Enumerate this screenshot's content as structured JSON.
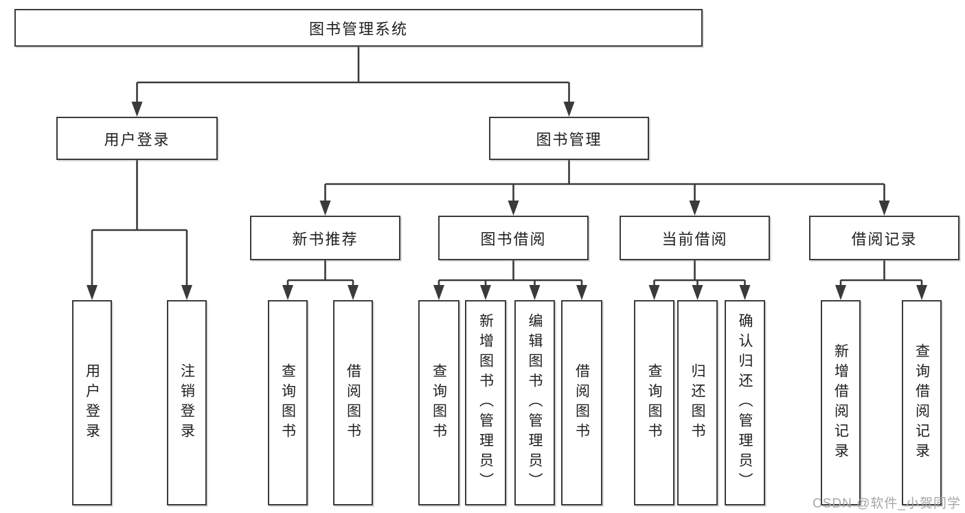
{
  "diagram": {
    "type": "tree",
    "title": "图书管理系统",
    "watermark": "CSDN @软件_小贺同学",
    "colors": {
      "line": "#3a3a3a",
      "text": "#1f1f1f",
      "watermark": "#a6a6a6",
      "background": "#ffffff"
    },
    "nodes": {
      "root": {
        "label": "图书管理系统",
        "children": [
          "user_login",
          "book_mgmt"
        ]
      },
      "user_login": {
        "label": "用户登录",
        "children": [
          "user_login_action",
          "logout"
        ]
      },
      "book_mgmt": {
        "label": "图书管理",
        "children": [
          "new_book_rec",
          "book_borrow",
          "current_borrow",
          "borrow_records"
        ]
      },
      "new_book_rec": {
        "label": "新书推荐",
        "children": [
          "nbr_query",
          "nbr_borrow"
        ]
      },
      "book_borrow": {
        "label": "图书借阅",
        "children": [
          "bb_query",
          "bb_add",
          "bb_edit",
          "bb_borrow"
        ]
      },
      "current_borrow": {
        "label": "当前借阅",
        "children": [
          "cb_query",
          "cb_return",
          "cb_confirm"
        ]
      },
      "borrow_records": {
        "label": "借阅记录",
        "children": [
          "br_add",
          "br_query"
        ]
      },
      "user_login_action": {
        "label": "用户登录",
        "children": []
      },
      "logout": {
        "label": "注销登录",
        "children": []
      },
      "nbr_query": {
        "label": "查询图书",
        "children": []
      },
      "nbr_borrow": {
        "label": "借阅图书",
        "children": []
      },
      "bb_query": {
        "label": "查询图书",
        "children": []
      },
      "bb_add": {
        "label": "新增图书（管理员）",
        "children": []
      },
      "bb_edit": {
        "label": "编辑图书（管理员）",
        "children": []
      },
      "bb_borrow": {
        "label": "借阅图书",
        "children": []
      },
      "cb_query": {
        "label": "查询图书",
        "children": []
      },
      "cb_return": {
        "label": "归还图书",
        "children": []
      },
      "cb_confirm": {
        "label": "确认归还（管理员）",
        "children": []
      },
      "br_add": {
        "label": "新增借阅记录",
        "children": []
      },
      "br_query": {
        "label": "查询借阅记录",
        "children": []
      }
    }
  }
}
